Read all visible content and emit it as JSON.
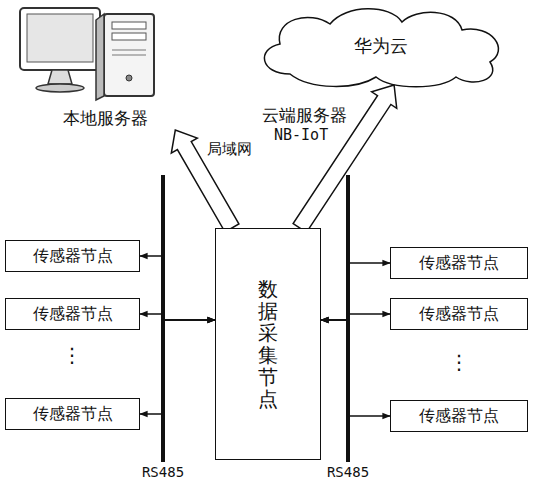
{
  "diagram": {
    "nodes": [
      {
        "text": [
          "本地服务器"
        ]
      },
      {
        "text": [
          "华为云",
          "云端服务器"
        ]
      },
      {
        "text": [
          "数据采集节点"
        ]
      },
      {
        "text": [
          "传感器节点"
        ]
      },
      {
        "text": [
          "传感器节点"
        ]
      },
      {
        "text": [
          "传感器节点"
        ]
      },
      {
        "text": [
          "传感器节点"
        ]
      },
      {
        "text": [
          "传感器节点"
        ]
      },
      {
        "text": [
          "传感器节点"
        ]
      }
    ],
    "edges": [
      {
        "from": 2,
        "to": 0,
        "label": "局域网",
        "arrow": "to"
      },
      {
        "from": 2,
        "to": 1,
        "label": "NB-IoT",
        "arrow": "to"
      },
      {
        "from": 3,
        "to": 2,
        "arrow": "both"
      },
      {
        "from": 4,
        "to": 2,
        "arrow": "both"
      },
      {
        "from": 5,
        "to": 2,
        "arrow": "both"
      },
      {
        "from": 6,
        "to": 2,
        "arrow": "both"
      },
      {
        "from": 7,
        "to": 2,
        "arrow": "both"
      },
      {
        "from": 8,
        "to": 2,
        "arrow": "both"
      }
    ],
    "labels": [
      "⋮",
      "⋮",
      "RS485",
      "RS485"
    ]
  }
}
